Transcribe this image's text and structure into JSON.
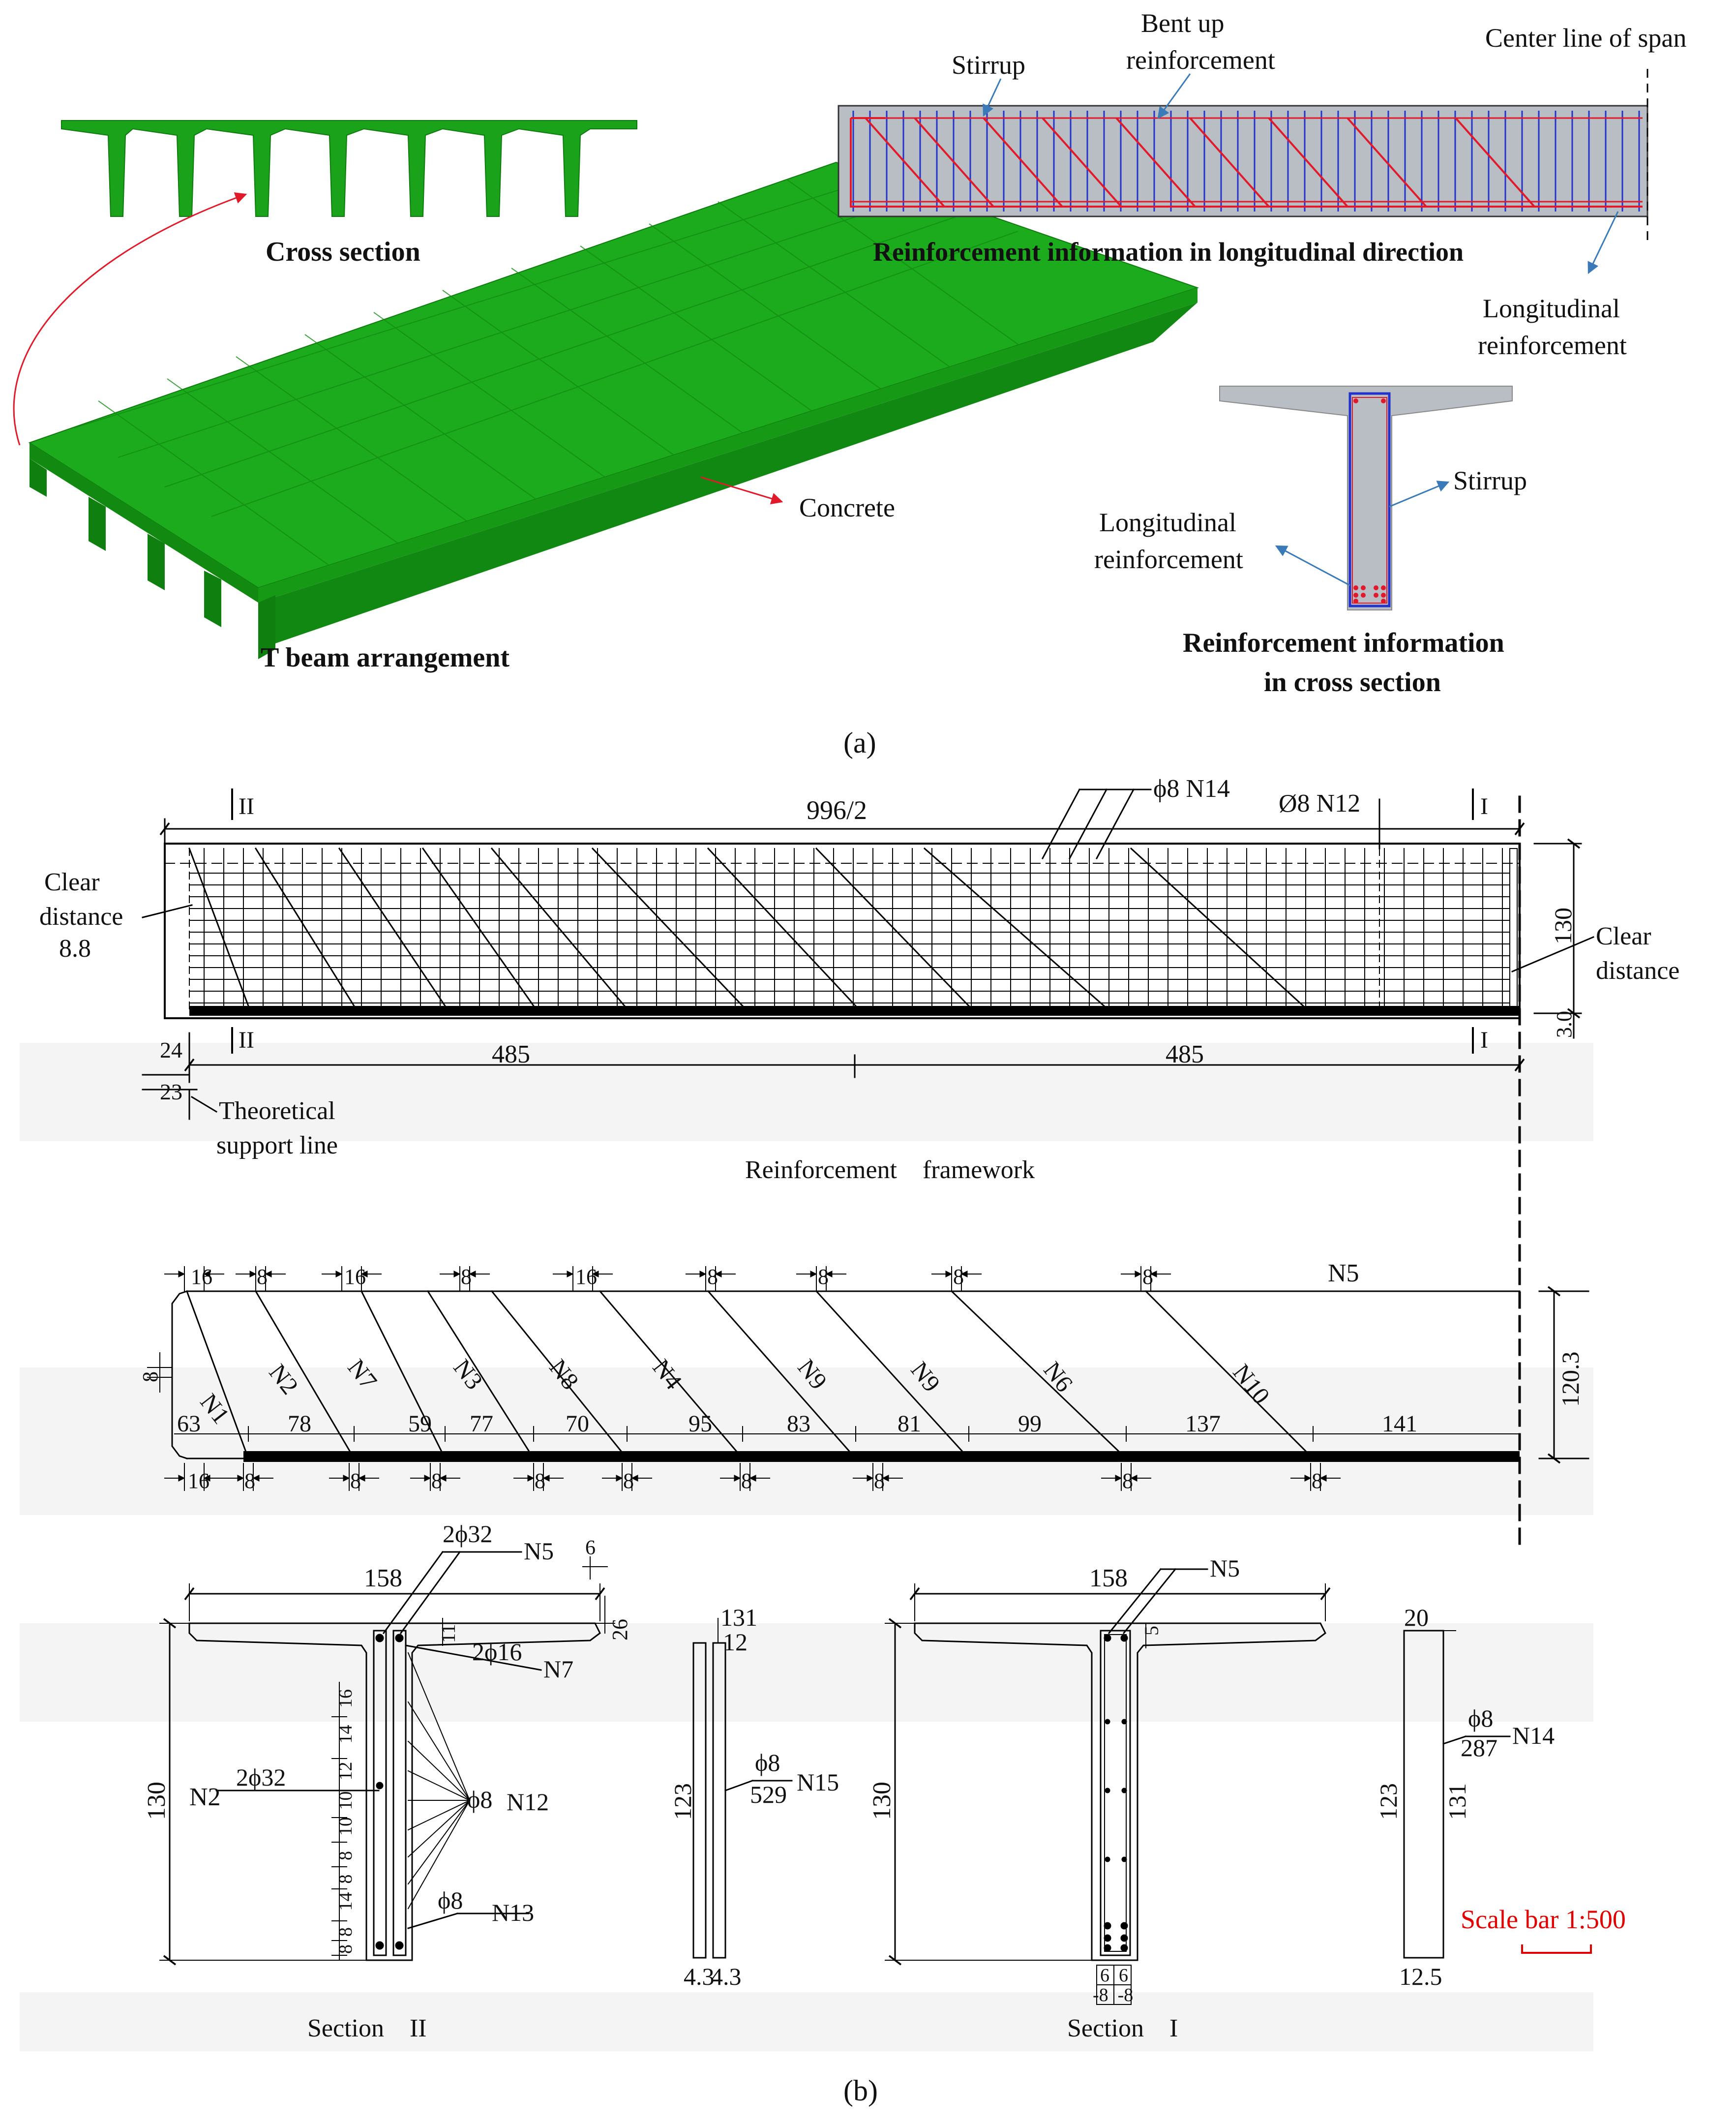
{
  "panel_a": {
    "cross_section_title": "Cross section",
    "t_beam_title": "T beam arrangement",
    "concrete_label": "Concrete",
    "stirrup_label": "Stirrup",
    "bent_up_line1": "Bent up",
    "bent_up_line2": "reinforcement",
    "center_line_label": "Center line of span",
    "long_dir_title": "Reinforcement information in longitudinal direction",
    "long_reinf_line1": "Longitudinal",
    "long_reinf_line2": "reinforcement",
    "stirrup_label_2": "Stirrup",
    "long_reinf2_line1": "Longitudinal",
    "long_reinf2_line2": "reinforcement",
    "cs_reinf_line1": "Reinforcement information",
    "cs_reinf_line2": "in cross section",
    "caption": "(a)"
  },
  "panel_b": {
    "framework": {
      "section_mark_left": "II",
      "section_mark_right": "I",
      "total_length": "996/2",
      "phi8_n14": "ϕ8 N14",
      "phi8_n12": "Ø8 N12",
      "clear_distance_left_1": "Clear",
      "clear_distance_left_2": "distance",
      "clear_distance_left_3": "8.8",
      "clear_distance_right_1": "Clear",
      "clear_distance_right_2": "distance",
      "height": "130",
      "bottom_cover": "3.0",
      "dim_24": "24",
      "dim_23": "23",
      "half_left": "485",
      "half_right": "485",
      "support_line_1": "Theoretical",
      "support_line_2": "support line",
      "title": "Reinforcement    framework"
    },
    "bent_bars": {
      "top_dims": [
        "16",
        "8",
        "16",
        "8",
        "16",
        "8",
        "8",
        "8",
        "8"
      ],
      "n5": "N5",
      "height": "120.3",
      "left_small": "8",
      "bar_labels": [
        "N1",
        "N2",
        "N7",
        "N3",
        "N8",
        "N4",
        "N9",
        "N9",
        "N6",
        "N10"
      ],
      "spacings": [
        "63",
        "78",
        "59",
        "77",
        "70",
        "95",
        "83",
        "81",
        "99",
        "137",
        "141"
      ],
      "bottom_dims": [
        "16",
        "8",
        "8",
        "8",
        "8",
        "8",
        "8",
        "8",
        "8",
        "8"
      ]
    },
    "section_II": {
      "top_n5": "2ϕ32",
      "n5": "N5",
      "dim_6": "6",
      "width": "158",
      "flange_26": "26",
      "dim_11": "11",
      "top_n7": "2ϕ16",
      "n7": "N7",
      "height": "130",
      "n2": "N2",
      "n2_bars": "2ϕ32",
      "phi8_n12": "ϕ8",
      "n12": "N12",
      "phi8_n13": "ϕ8",
      "n13": "N13",
      "side_dims": [
        "16",
        "14",
        "12",
        "10",
        "10",
        "8",
        "8",
        "14",
        "8",
        "8"
      ],
      "title": "Section    II"
    },
    "n15_bar": {
      "top_131": "131",
      "top_12": "12",
      "height_123": "123",
      "phi8": "ϕ8",
      "length": "529",
      "name": "N15",
      "bottom_left": "4.3",
      "bottom_right": "4.3"
    },
    "section_I": {
      "width": "158",
      "n5": "N5",
      "dim_5": "5",
      "height": "130",
      "box_top": "6  6",
      "box_bottom": "-8  -8",
      "title": "Section    I"
    },
    "n14_bar": {
      "top_20": "20",
      "phi8": "ϕ8",
      "length": "287",
      "name": "N14",
      "height_123": "123",
      "height_131": "131",
      "bottom": "12.5"
    },
    "scale_bar": "Scale bar 1:500",
    "caption": "(b)"
  },
  "colors": {
    "beam_green": "#1aa31a",
    "beam_green_dark": "#0e7a0e",
    "concrete_grey": "#b8bec4",
    "stirrup_blue": "#2233cc",
    "rebar_red": "#e01a2a",
    "arrow_blue": "#3a7ab8",
    "scale_red": "#e00000"
  }
}
